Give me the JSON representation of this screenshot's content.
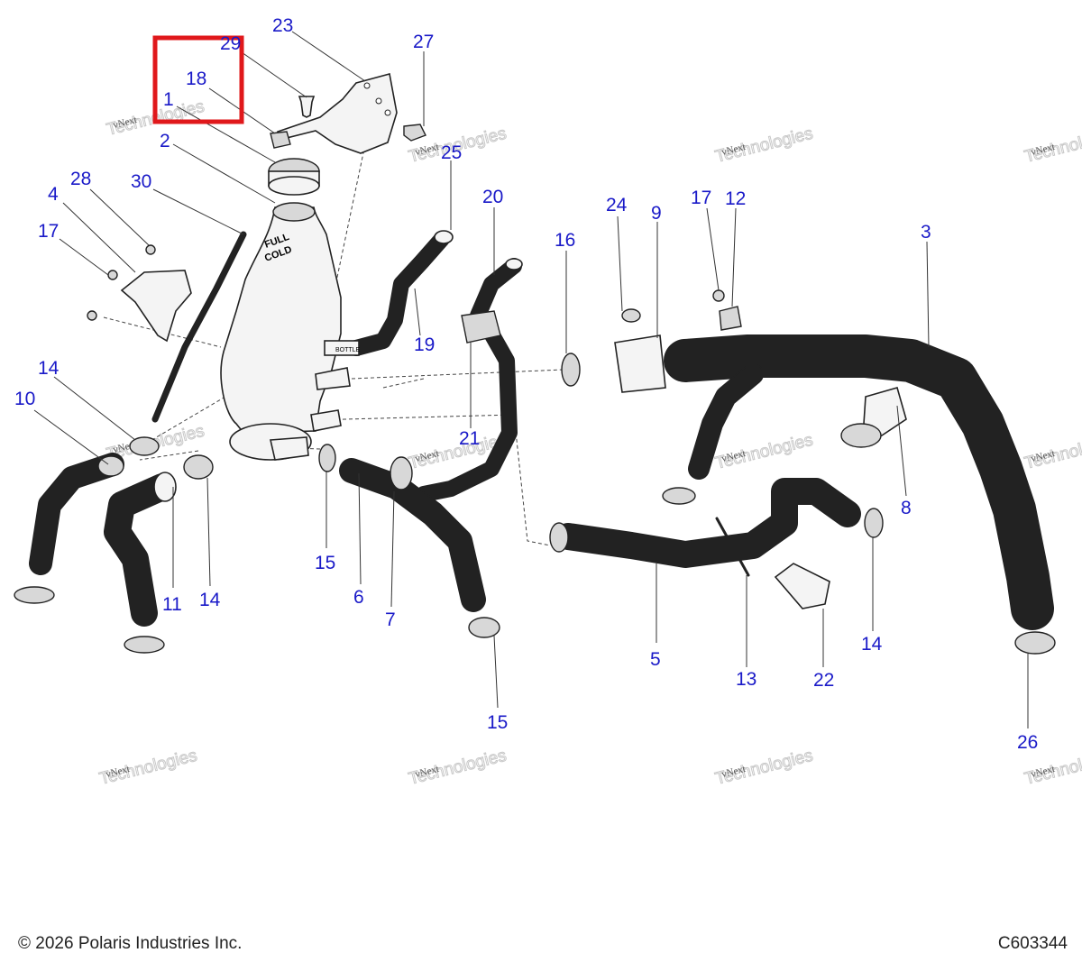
{
  "callouts": {
    "c1": "1",
    "c2": "2",
    "c3": "3",
    "c4": "4",
    "c5": "5",
    "c6": "6",
    "c7": "7",
    "c8": "8",
    "c9": "9",
    "c10": "10",
    "c11": "11",
    "c12": "12",
    "c13": "13",
    "c14a": "14",
    "c14b": "14",
    "c14c": "14",
    "c15a": "15",
    "c15b": "15",
    "c16": "16",
    "c17a": "17",
    "c17b": "17",
    "c18": "18",
    "c19": "19",
    "c20": "20",
    "c21": "21",
    "c22": "22",
    "c23": "23",
    "c24": "24",
    "c25": "25",
    "c26": "26",
    "c27": "27",
    "c28": "28",
    "c29": "29",
    "c30": "30"
  },
  "tank_text": {
    "line1": "FULL",
    "line2": "COLD",
    "bottle": "BOTTLE"
  },
  "watermark": {
    "line1": "vNext",
    "line2": "Technologies"
  },
  "footer": {
    "copyright": "© 2026 Polaris Industries Inc.",
    "figure_id": "C603344"
  },
  "colors": {
    "callout": "#1a1ac8",
    "highlight": "#e0181b",
    "line": "#222222"
  }
}
